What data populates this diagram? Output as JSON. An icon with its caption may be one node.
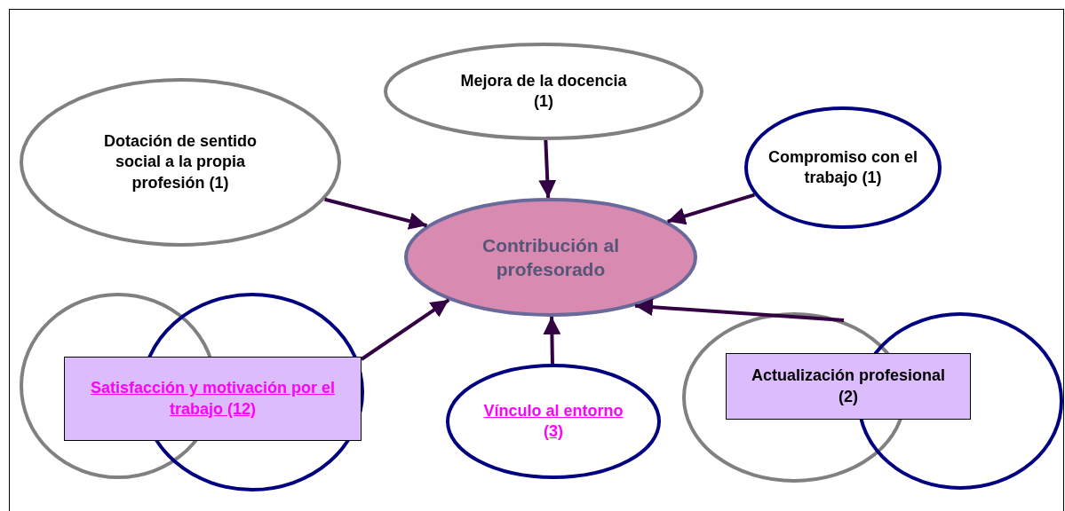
{
  "diagram": {
    "nodes": [
      {
        "text": [
          "Mejora de la docencia (1)"
        ]
      },
      {
        "text": [
          "Dotación de sentido social a la propia profesión (1)"
        ]
      },
      {
        "text": [
          "Compromiso con el trabajo (1)"
        ]
      },
      {
        "text": [
          "Contribución al profesorado"
        ]
      },
      {
        "text": [],
        "shape": "ellipse"
      },
      {
        "text": [],
        "shape": "ellipse"
      },
      {
        "text": [
          "Satisfacción y motivación por el trabajo (12)"
        ]
      },
      {
        "text": [
          "Vínculo al entorno (3)"
        ]
      },
      {
        "text": [],
        "shape": "ellipse"
      },
      {
        "text": [],
        "shape": "ellipse"
      },
      {
        "text": [
          "Actualización profesional (2)"
        ]
      }
    ],
    "edges": [
      {
        "from": 1,
        "to": 3,
        "arrow": "to"
      },
      {
        "from": 0,
        "to": 3,
        "arrow": "to"
      },
      {
        "from": 2,
        "to": 3,
        "arrow": "to"
      },
      {
        "from": 8,
        "to": 3,
        "arrow": "to"
      },
      {
        "from": 6,
        "to": 3,
        "arrow": "to"
      },
      {
        "from": 7,
        "to": 3,
        "arrow": "to"
      }
    ]
  }
}
